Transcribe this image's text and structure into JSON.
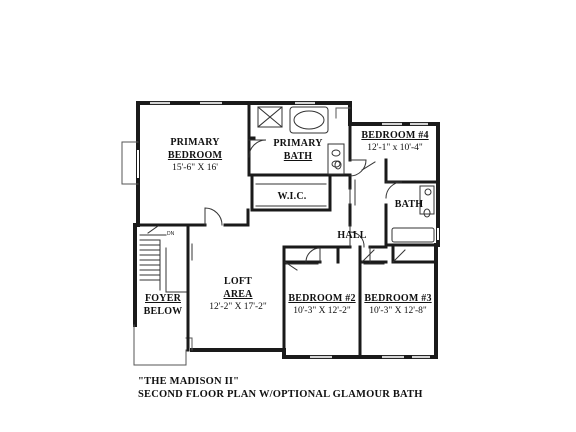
{
  "rooms": {
    "primary_bedroom": {
      "name_line1": "PRIMARY",
      "name_line2": "BEDROOM",
      "dims": "15'-6\" X 16'"
    },
    "primary_bath": {
      "name_line1": "PRIMARY",
      "name_line2": "BATH"
    },
    "bedroom4": {
      "name": "BEDROOM #4",
      "dims": "12'-1\" x 10'-4\""
    },
    "wic": {
      "name": "W.I.C."
    },
    "bath": {
      "name": "BATH"
    },
    "hall": {
      "name": "HALL"
    },
    "loft": {
      "name_line1": "LOFT",
      "name_line2": "AREA",
      "dims": "12'-2\" X 17'-2\""
    },
    "foyer": {
      "name_line1": "FOYER",
      "name_line2": "BELOW"
    },
    "bedroom2": {
      "name": "BEDROOM #2",
      "dims": "10'-3\" X 12'-2\""
    },
    "bedroom3": {
      "name": "BEDROOM #3",
      "dims": "10'-3\" X 12'-8\""
    }
  },
  "stair_label": "DN",
  "caption": {
    "line1": "\"THE MADISON II\"",
    "line2": "SECOND FLOOR PLAN W/OPTIONAL GLAMOUR BATH"
  },
  "colors": {
    "wall": "#1a1a1a",
    "line": "#333333",
    "background": "#ffffff"
  }
}
